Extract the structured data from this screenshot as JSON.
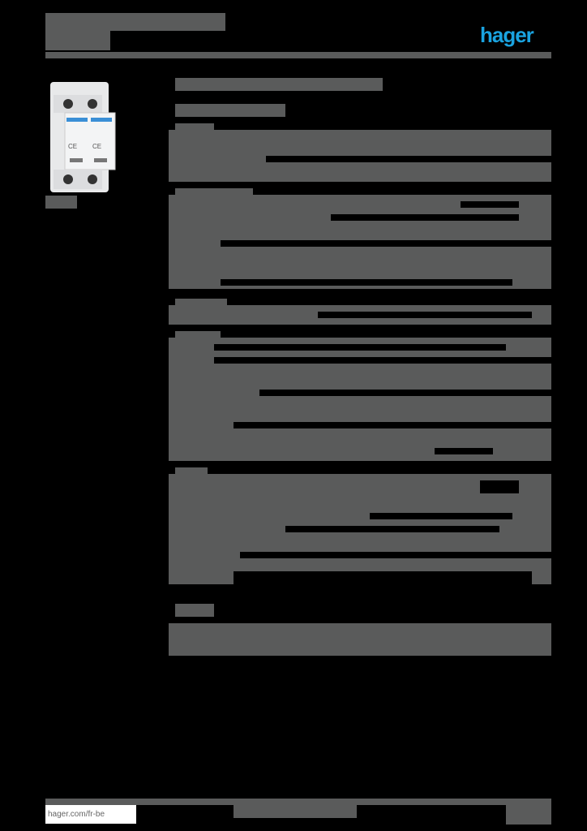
{
  "header": {
    "title": "",
    "subtitle": "",
    "brand_logo": "hager",
    "brand_color": "#1aa3e0"
  },
  "product": {
    "image": "surge-protector-2-pole-module",
    "reference": ""
  },
  "main": {
    "title": "",
    "subtitle": "",
    "sections": [
      {
        "heading": "",
        "rows": 3
      },
      {
        "heading": "",
        "rows": 7
      },
      {
        "heading": "",
        "rows": 2
      },
      {
        "heading": "",
        "rows": 9
      },
      {
        "heading": "",
        "rows": 7
      },
      {
        "heading": "",
        "rows": 2
      }
    ],
    "redaction_color": "#5a5b5b"
  },
  "footer": {
    "url": "hager.com/fr-be",
    "center_text": "",
    "page": ""
  }
}
